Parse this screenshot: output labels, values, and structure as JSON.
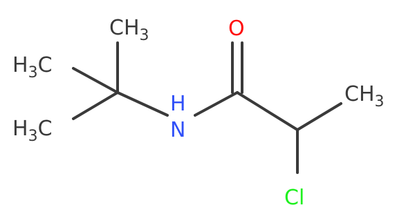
{
  "molecule": {
    "atoms": {
      "ch3_top": {
        "main": "CH",
        "sub": "3"
      },
      "h3c_upper": {
        "main_1": "H",
        "sub": "3",
        "main_2": "C"
      },
      "h3c_lower": {
        "main_1": "H",
        "sub": "3",
        "main_2": "C"
      },
      "nitrogen": {
        "main": "N",
        "h": "H"
      },
      "oxygen": {
        "main": "O"
      },
      "ch3_right": {
        "main": "CH",
        "sub": "3"
      },
      "chlorine": {
        "main": "Cl"
      }
    },
    "colors": {
      "bond": "#3a3a3a",
      "carbon": "#3a3a3a",
      "nitrogen": "#3050f8",
      "oxygen": "#ff0d0d",
      "chlorine": "#1ff01f"
    }
  }
}
